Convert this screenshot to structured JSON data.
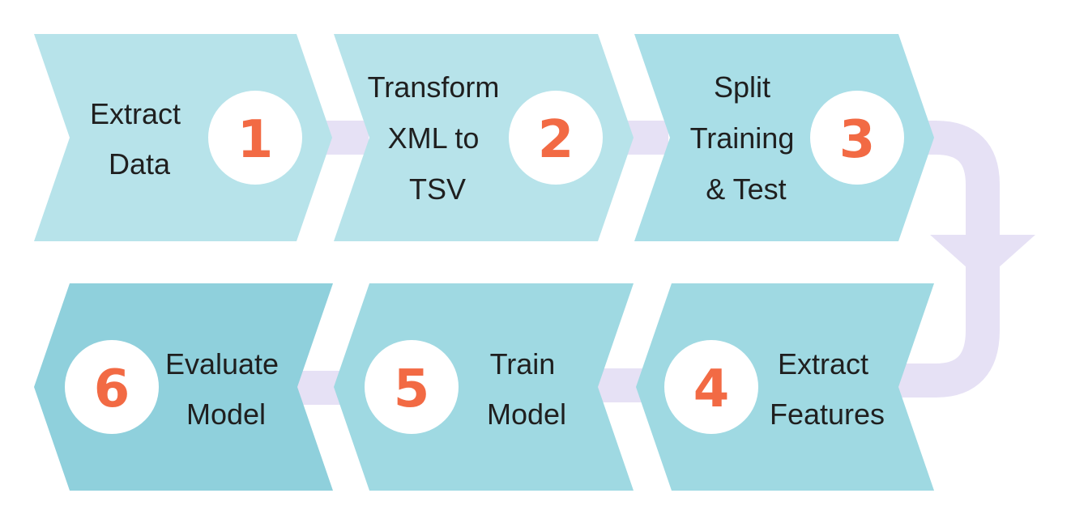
{
  "colors": {
    "chevron_row1": "#b7e3ea",
    "chevron_step3": "#a9dee7",
    "chevron_row2": "#9fd9e2",
    "chevron_step6": "#8fd0dc",
    "connector": "#e6e1f5",
    "number_circle": "#ffffff",
    "number_text": "#f26a44",
    "label_text": "#1f1f1f"
  },
  "steps": [
    {
      "number": "1",
      "label_lines": [
        "Extract",
        "Data"
      ]
    },
    {
      "number": "2",
      "label_lines": [
        "Transform",
        "XML to",
        "TSV"
      ]
    },
    {
      "number": "3",
      "label_lines": [
        "Split",
        "Training",
        "& Test"
      ]
    },
    {
      "number": "4",
      "label_lines": [
        "Extract",
        "Features"
      ]
    },
    {
      "number": "5",
      "label_lines": [
        "Train",
        "Model"
      ]
    },
    {
      "number": "6",
      "label_lines": [
        "Evaluate",
        "Model"
      ]
    }
  ]
}
